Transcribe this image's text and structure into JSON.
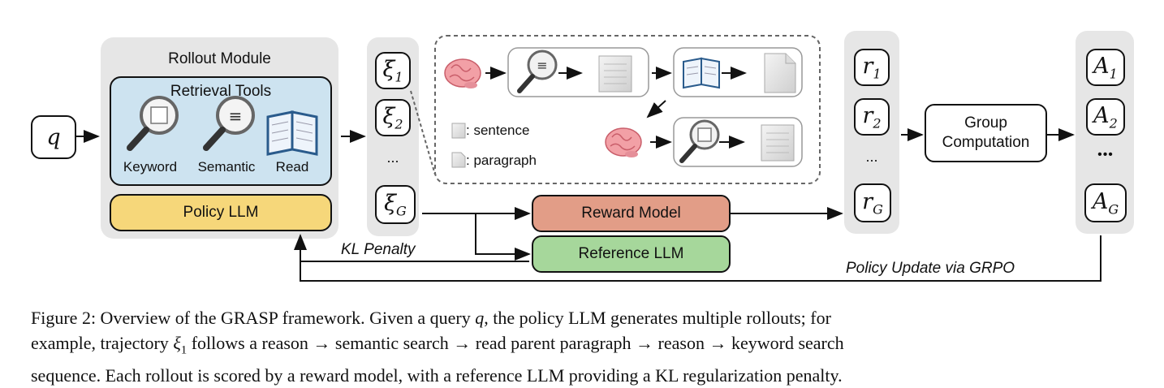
{
  "rollout_module": {
    "title": "Rollout Module",
    "retrieval_tools": {
      "title": "Retrieval Tools",
      "tools": [
        "Keyword",
        "Semantic",
        "Read"
      ]
    },
    "policy": "Policy LLM"
  },
  "query": "q",
  "trajectories": {
    "xi1": "ξ",
    "xi1_sub": "1",
    "xi2": "ξ",
    "xi2_sub": "2",
    "dots": "...",
    "xiG": "ξ",
    "xiG_sub": "G"
  },
  "legend": {
    "sentence": ": sentence",
    "paragraph": ": paragraph"
  },
  "rewards": {
    "r1": "r",
    "r1_sub": "1",
    "r2": "r",
    "r2_sub": "2",
    "dots": "...",
    "rG": "r",
    "rG_sub": "G"
  },
  "advantages": {
    "a1": "A",
    "a1_sub": "1",
    "a2": "A",
    "a2_sub": "2",
    "dots": "•••",
    "aG": "A",
    "aG_sub": "G"
  },
  "group_computation": [
    "Group",
    "Computation"
  ],
  "reward_model": "Reward Model",
  "reference_llm": "Reference LLM",
  "kl_penalty": "KL Penalty",
  "policy_update": "Policy Update via GRPO",
  "colors": {
    "retrieval_bg": "#cde3f0",
    "policy_bg": "#f6d77a",
    "reward_bg": "#e29d87",
    "reference_bg": "#a6d79b",
    "panel_bg": "#e6e6e6"
  },
  "icons": [
    "brain-icon",
    "semantic-search-icon",
    "sentence-doc-icon",
    "open-book-icon",
    "paragraph-doc-icon",
    "keyword-search-icon"
  ],
  "caption": {
    "line1_a": "Figure 2: Overview of the GRASP framework. Given a query ",
    "line1_q": "q",
    "line1_b": ", the policy LLM generates multiple rollouts; for",
    "line2_a": "example, trajectory ",
    "line2_xi": "ξ",
    "line2_sub": "1",
    "line2_b": " follows a reason → semantic search → read parent paragraph → reason → keyword search",
    "line3": "sequence. Each rollout is scored by a reward model, with a reference LLM providing a KL regularization penalty."
  }
}
